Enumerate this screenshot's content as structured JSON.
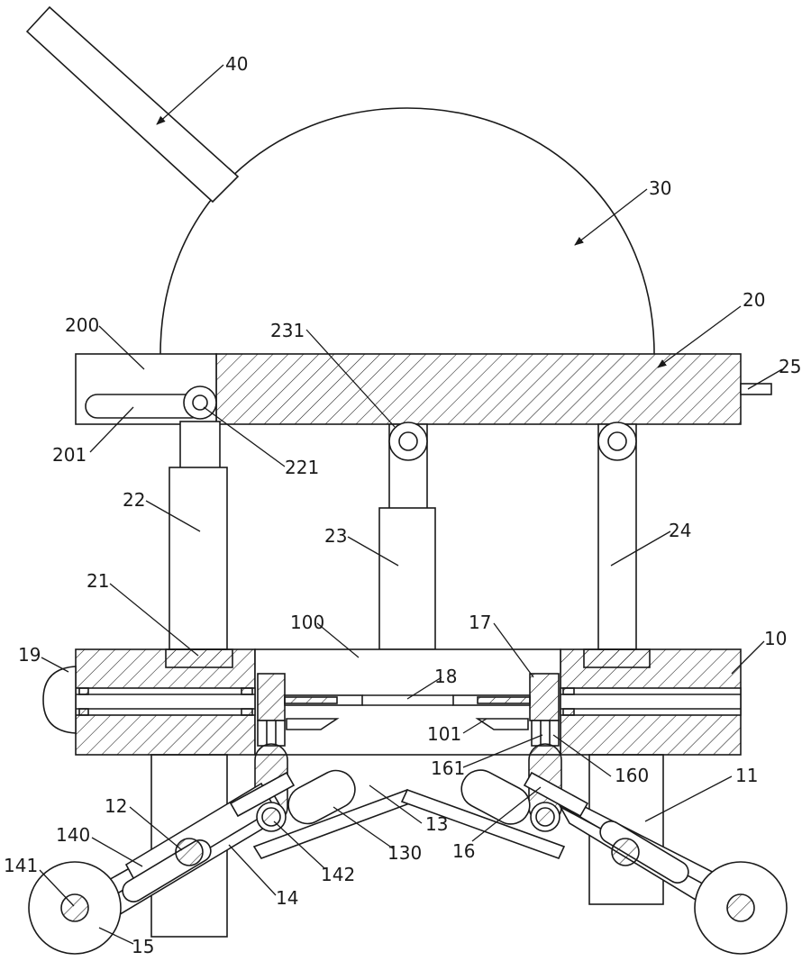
{
  "labels": {
    "l40": "40",
    "l30": "30",
    "l20": "20",
    "l25": "25",
    "l200": "200",
    "l231": "231",
    "l201": "201",
    "l221": "221",
    "l22": "22",
    "l23": "23",
    "l24": "24",
    "l21": "21",
    "l100": "100",
    "l17": "17",
    "l10": "10",
    "l19": "19",
    "l18": "18",
    "l101": "101",
    "l161": "161",
    "l160": "160",
    "l11": "11",
    "l12": "12",
    "l140": "140",
    "l13": "13",
    "l16": "16",
    "l130": "130",
    "l141": "141",
    "l142": "142",
    "l14": "14",
    "l15": "15"
  }
}
